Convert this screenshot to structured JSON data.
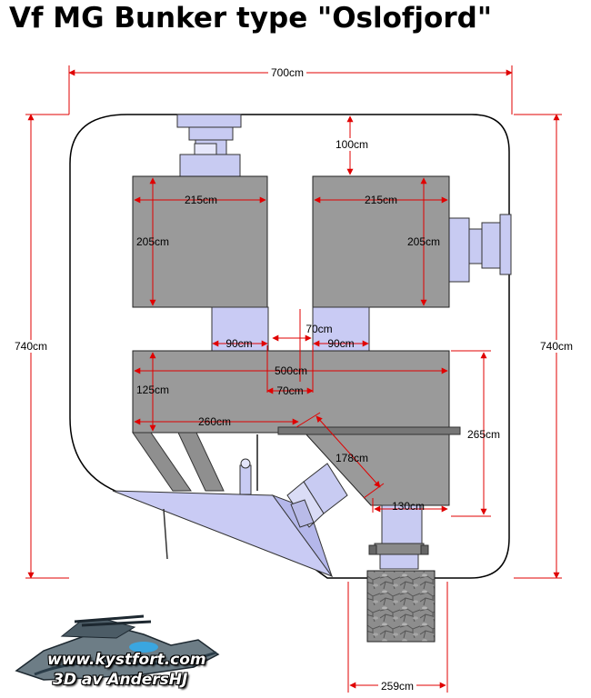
{
  "title": "Vf MG Bunker type \"Oslofjord\"",
  "dimensions": {
    "total_width": "700cm",
    "height_left": "740cm",
    "height_right": "740cm",
    "roof_gap": "100cm",
    "room_left_width": "215cm",
    "room_left_height": "205cm",
    "room_right_width": "215cm",
    "room_right_height": "205cm",
    "corridor_left_width": "90cm",
    "corridor_right_width": "90cm",
    "corridor_gap_upper": "70cm",
    "corridor_gap_lower": "70cm",
    "main_room_width": "500cm",
    "main_room_depth": "125cm",
    "embrasure_span": "260cm",
    "right_side_height": "265cm",
    "diagonal_wall": "178cm",
    "bottom_inner": "130cm",
    "entrance_width": "259cm"
  },
  "logo": {
    "url_text": "www.kystfort.com",
    "credit_text": "3D av AndersHJ"
  },
  "colors": {
    "concrete": "#9a9a9a",
    "corridor": "#c9cbf4",
    "dimension": "#e00000",
    "stone": "#8c8c8c"
  }
}
